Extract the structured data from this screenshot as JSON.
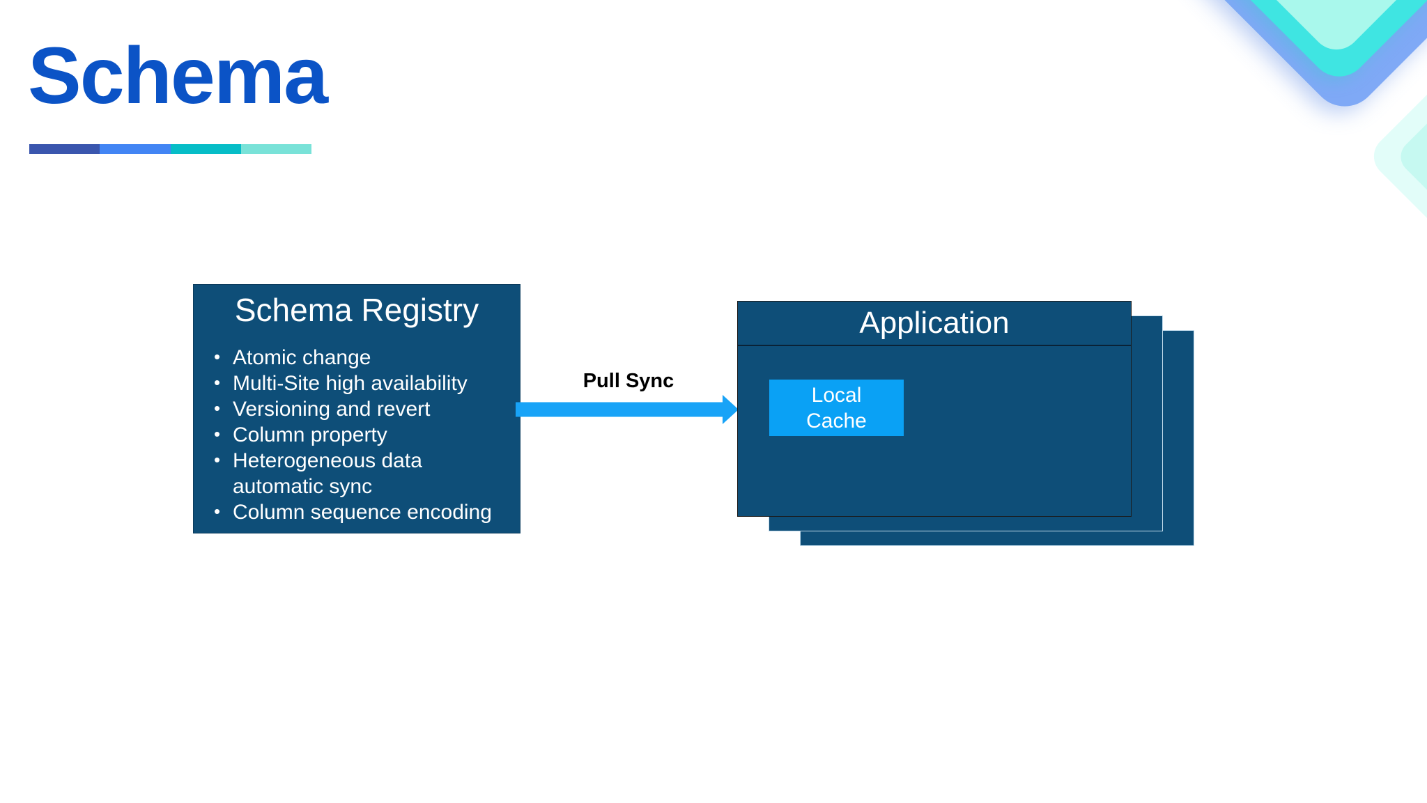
{
  "slide": {
    "title": "Schema"
  },
  "colors": {
    "vars": {
      "title-blue": "#0b53c6",
      "box-fill": "#0e4e78",
      "azure": "#0aa1f5",
      "arrow": "#18a3f7",
      "decor-blue": "#7fa9f6",
      "decor-cyan": "#3fe5e2",
      "decor-mint": "#a9f8ec",
      "decor-pale": "#e2fdf9",
      "decor-pale2": "#c6f9f1"
    },
    "accent_bar": [
      "#3a56ae",
      "#4285f4",
      "#06bdc7",
      "#79e2d8"
    ]
  },
  "registry": {
    "title": "Schema Registry",
    "bullets": [
      "Atomic change",
      "Multi-Site high availability",
      "Versioning and revert",
      "Column property",
      "Heterogeneous data automatic sync",
      "Column sequence encoding"
    ]
  },
  "arrow": {
    "label": "Pull Sync"
  },
  "application": {
    "title": "Application",
    "cache_lines": [
      "Local",
      "Cache"
    ]
  }
}
